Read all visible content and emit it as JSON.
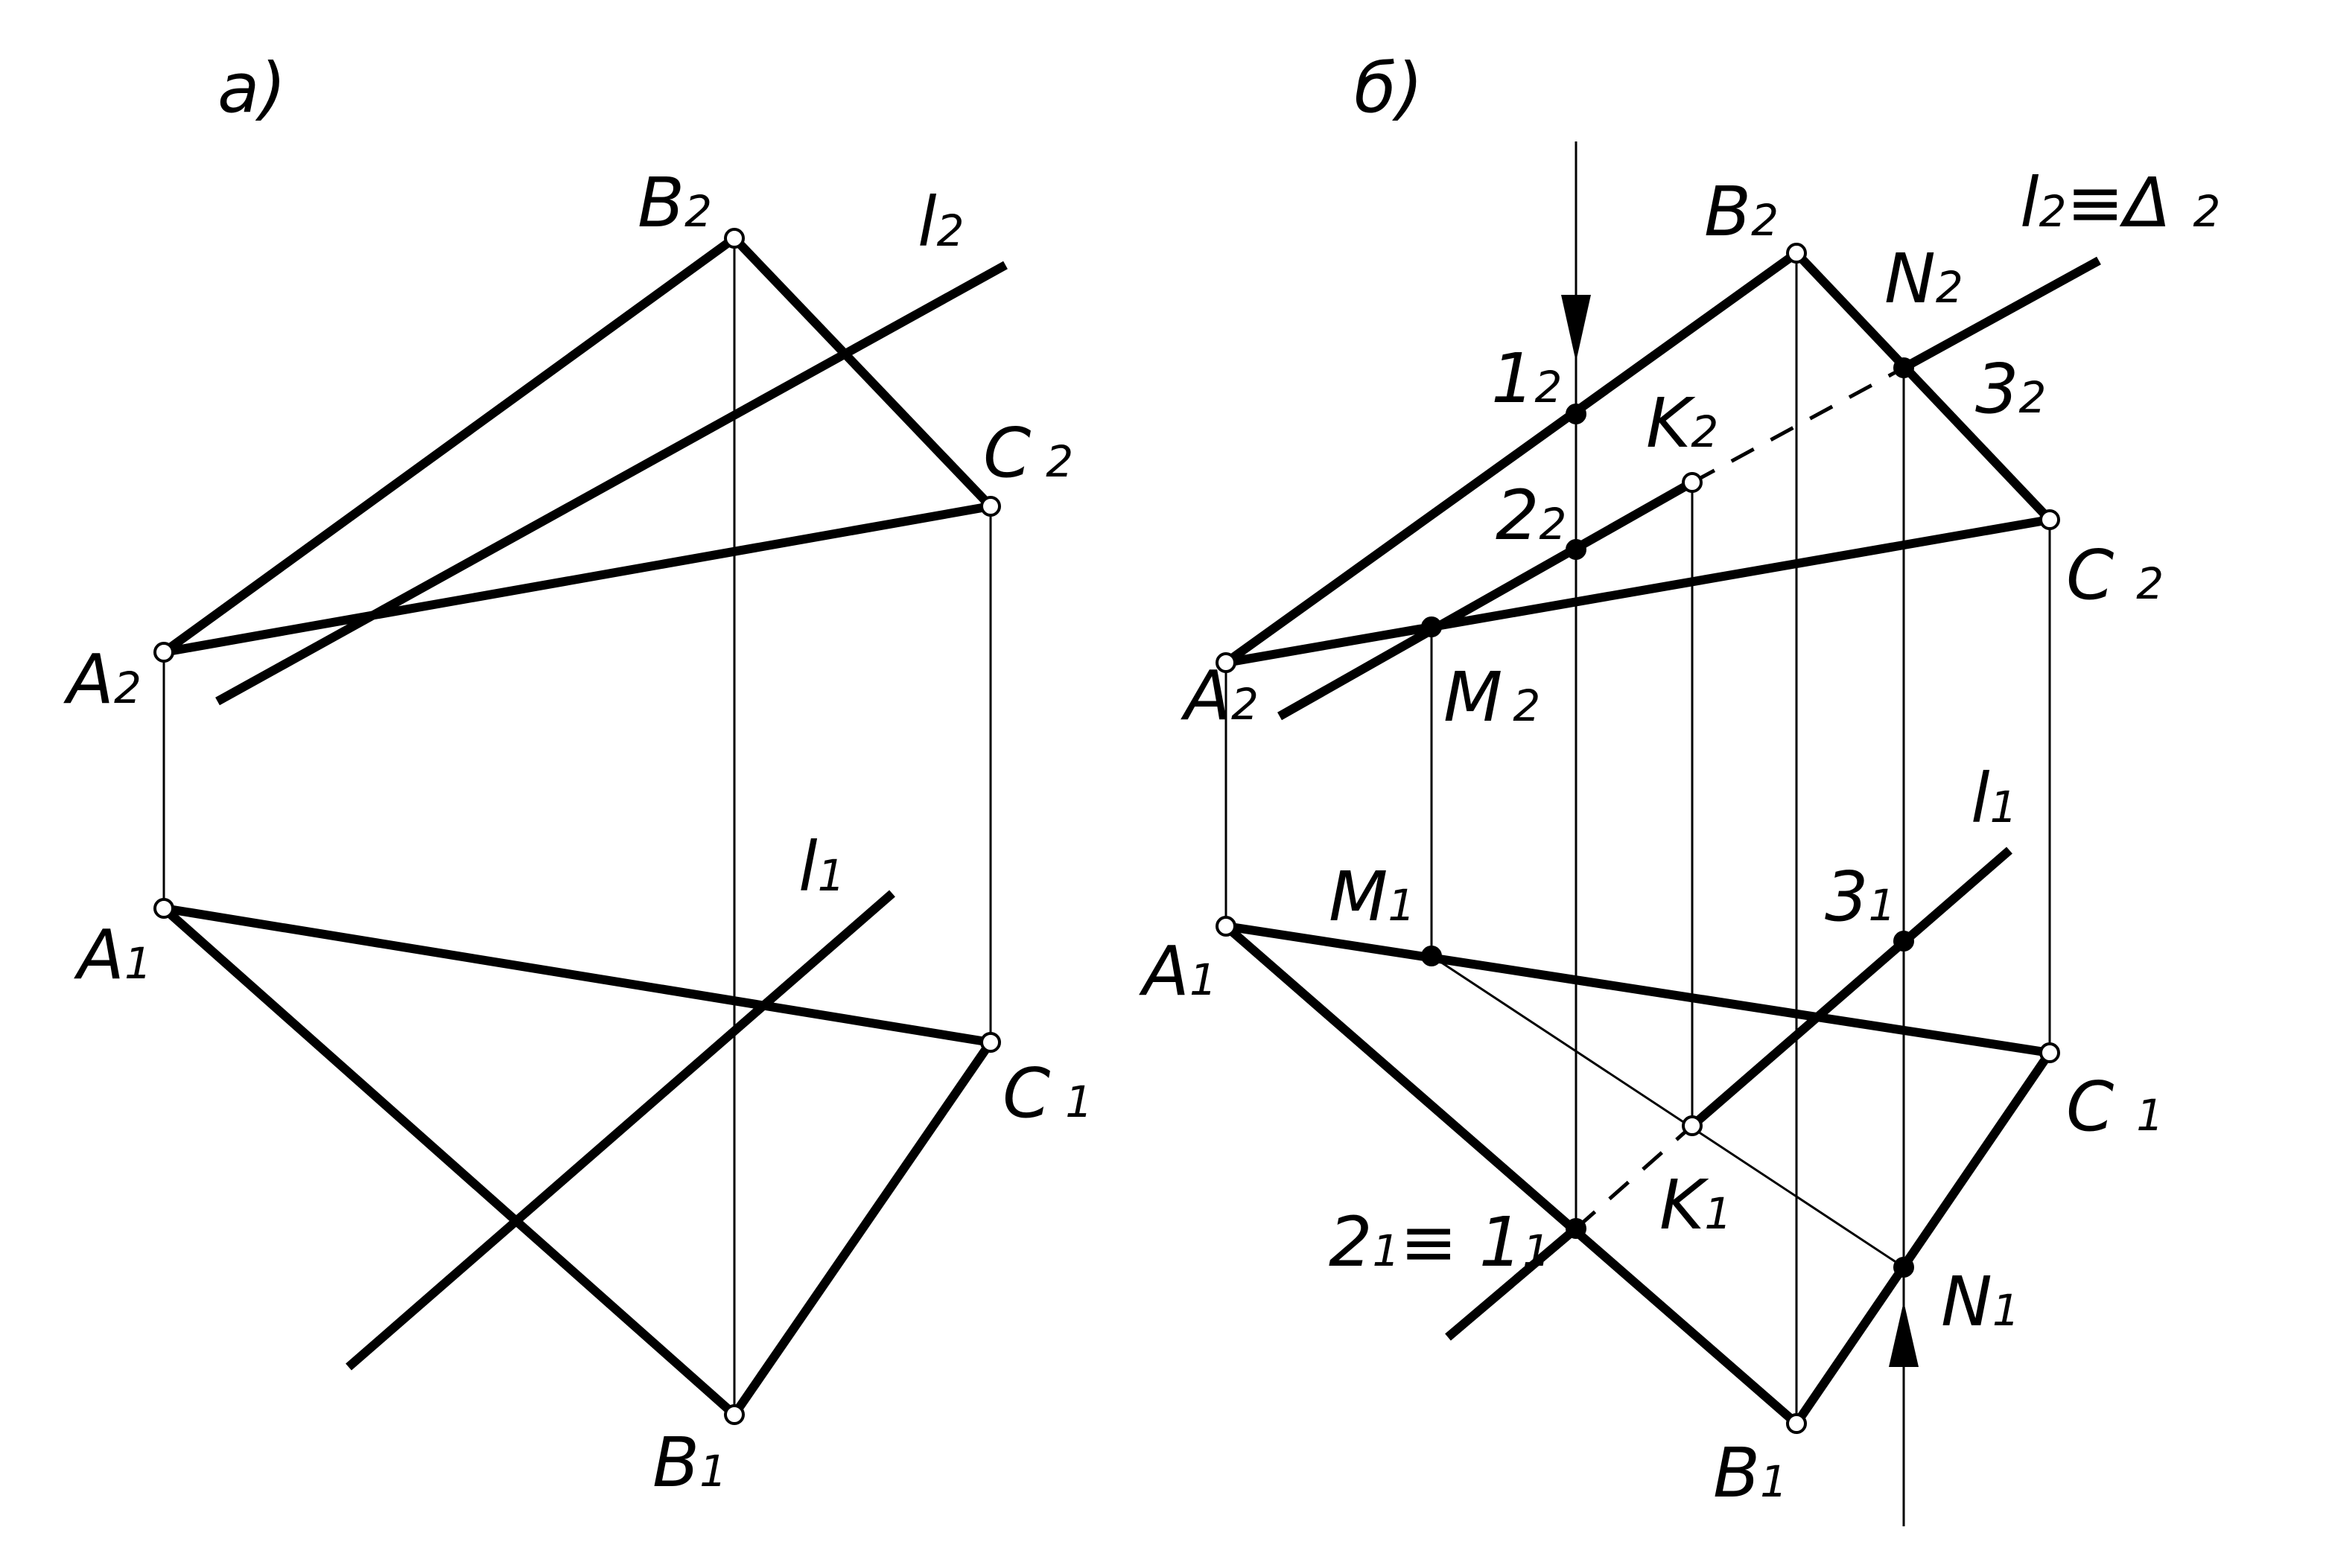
{
  "panels": {
    "a": {
      "title": "а)",
      "labels": {
        "B": "B",
        "l": "l",
        "C": "C",
        "A": "A",
        "s2": "2",
        "s1": "1"
      }
    },
    "b": {
      "title": "б)",
      "labels": {
        "B": "B",
        "C": "C",
        "A": "A",
        "M": "M",
        "K": "K",
        "N": "N",
        "l_delta": "l",
        "eq_delta": "≡Δ",
        "one": "1",
        "two": "2",
        "three": "3",
        "s2": "2",
        "s1": "1",
        "eq_2_1": "2",
        "eq_sign": "≡ 1"
      }
    }
  },
  "colors": {
    "line": "#000000",
    "background": "#ffffff"
  }
}
